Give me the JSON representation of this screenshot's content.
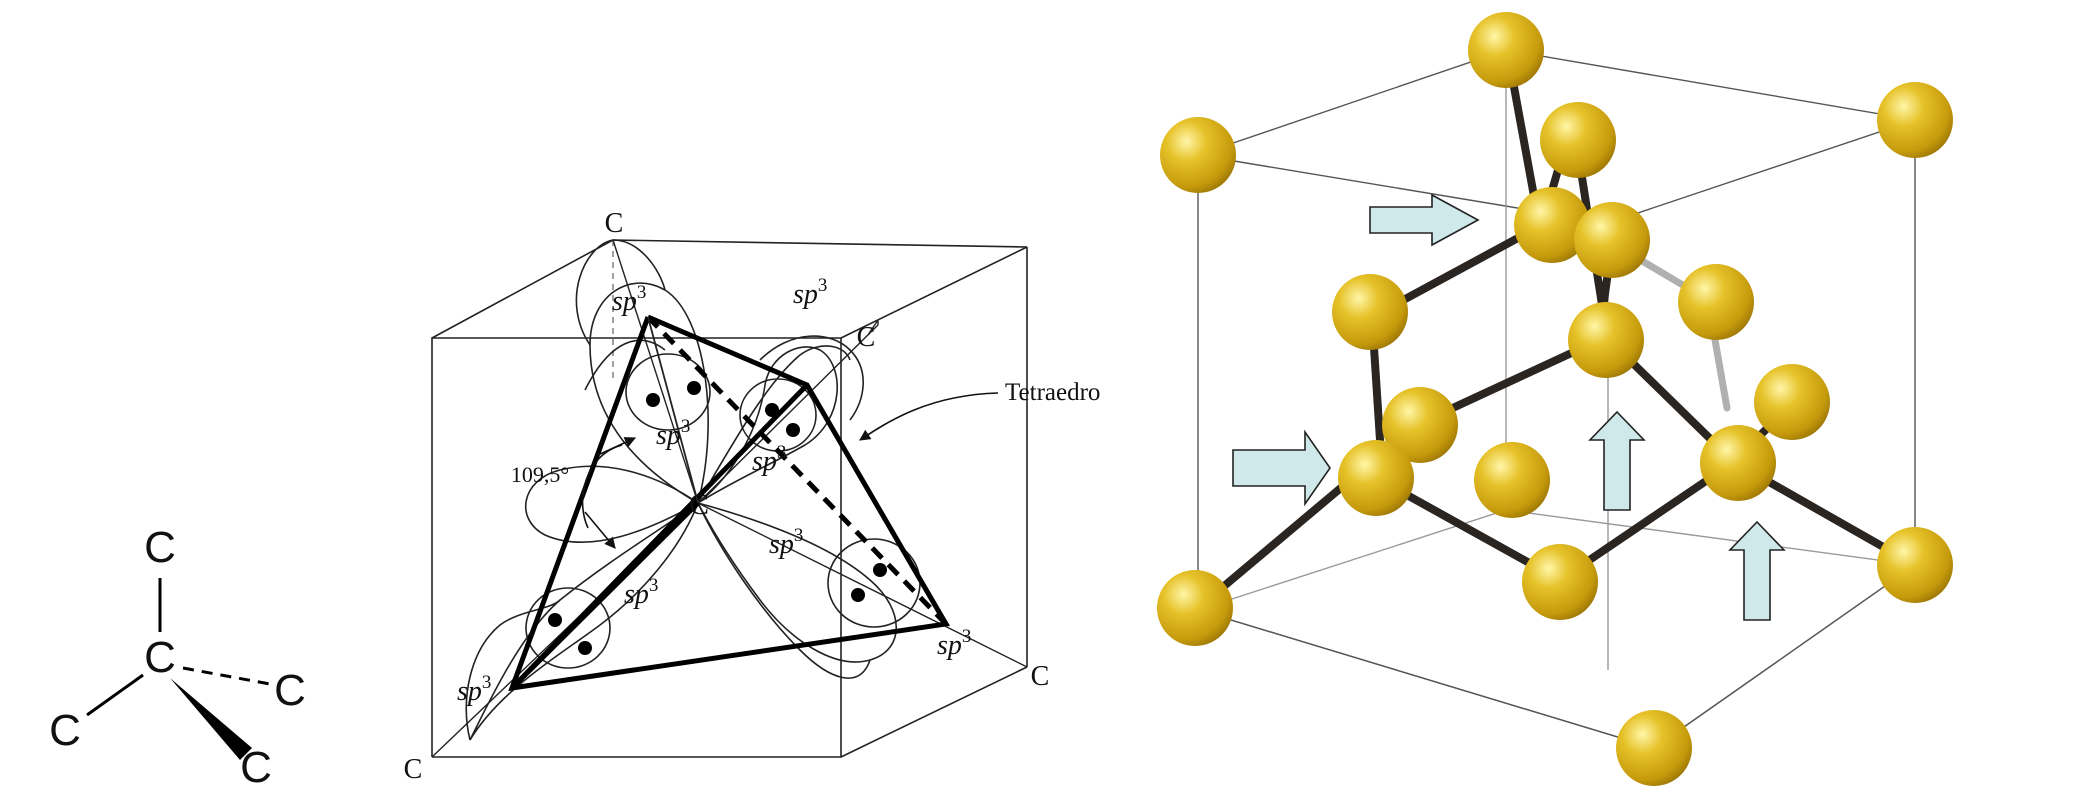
{
  "structural_formula": {
    "center": "C",
    "top": "C",
    "left": "C",
    "right": "C",
    "bottom": "C"
  },
  "tetrahedron": {
    "vertex_top": "C",
    "vertex_right": "C",
    "vertex_bottom_right": "C",
    "vertex_bottom_left": "C",
    "center": "C",
    "angle_label": "109,5°",
    "tetra_label": "Tetraedro",
    "orbital_base": "sp",
    "orbital_sup": "3"
  },
  "colors": {
    "atom": "#d9b21a",
    "arrow_fill": "#cfe8ea",
    "bond": "#2b2522",
    "bond_back": "#b0b0b0"
  },
  "crystal": {
    "arrows": [
      "arrow-right",
      "arrow-right",
      "arrow-up",
      "arrow-up"
    ]
  }
}
